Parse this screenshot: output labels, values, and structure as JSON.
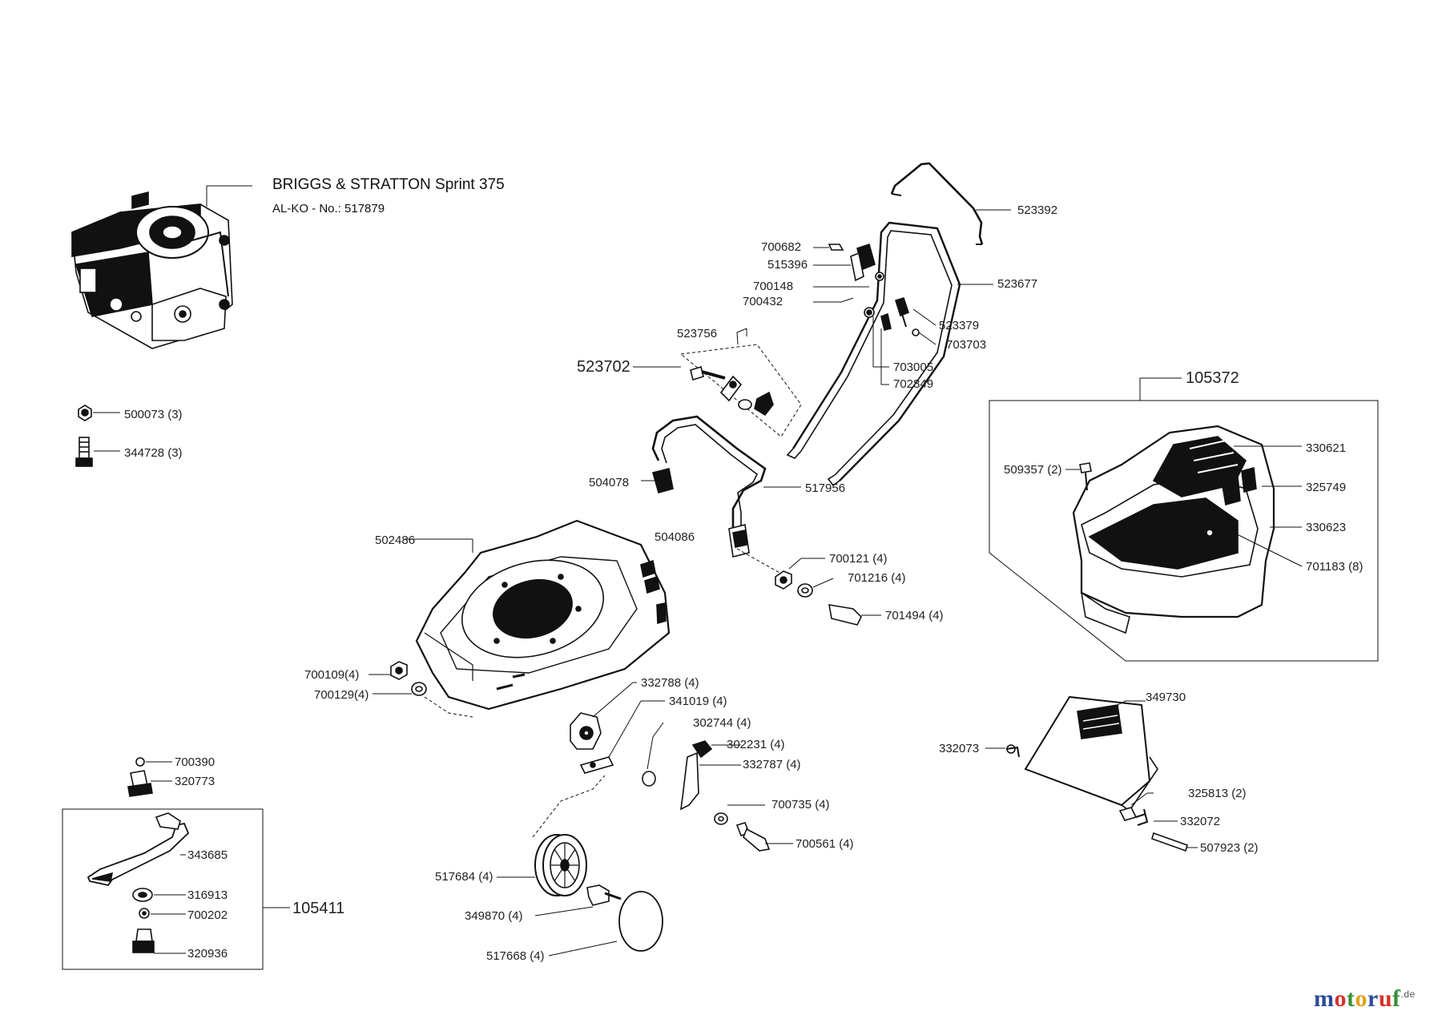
{
  "engine": {
    "title": "BRIGGS & STRATTON Sprint 375",
    "subtitle": "AL-KO - No.: 517879"
  },
  "labels": {
    "p523392": "523392",
    "p700682": "700682",
    "p515396": "515396",
    "p523677": "523677",
    "p700148": "700148",
    "p700432": "700432",
    "p523379": "523379",
    "p703703": "703703",
    "p523756": "523756",
    "p523702": "523702",
    "p703005": "703005",
    "p702849": "702849",
    "p105372": "105372",
    "p500073": "500073 (3)",
    "p344728": "344728 (3)",
    "p330621": "330621",
    "p509357": "509357 (2)",
    "p325749": "325749",
    "p330623": "330623",
    "p701183": "701183 (8)",
    "p504078": "504078",
    "p517956": "517956",
    "p502486": "502486",
    "p504086": "504086",
    "p700121": "700121 (4)",
    "p701216": "701216 (4)",
    "p701494": "701494 (4)",
    "p700109": "700109(4)",
    "p700129": "700129(4)",
    "p332788": "332788 (4)",
    "p341019": "341019 (4)",
    "p302744": "302744 (4)",
    "p302231": "302231 (4)",
    "p332787": "332787 (4)",
    "p349730": "349730",
    "p332073": "332073",
    "p700390": "700390",
    "p320773": "320773",
    "p700735": "700735 (4)",
    "p700561": "700561 (4)",
    "p325813": "325813 (2)",
    "p332072": "332072",
    "p507923": "507923 (2)",
    "p343685": "343685",
    "p316913": "316913",
    "p105411": "105411",
    "p700202": "700202",
    "p517684": "517684 (4)",
    "p349870": "349870 (4)",
    "p517668": "517668 (4)",
    "p320936": "320936"
  },
  "watermark": {
    "letters": [
      "m",
      "o",
      "t",
      "o",
      "r",
      "u",
      "f"
    ],
    "suffix": ".de",
    "colors": [
      "#2c4a9a",
      "#d6322a",
      "#3a8f3a",
      "#e0a21a",
      "#2c4a9a",
      "#d6322a",
      "#3a8f3a"
    ]
  }
}
